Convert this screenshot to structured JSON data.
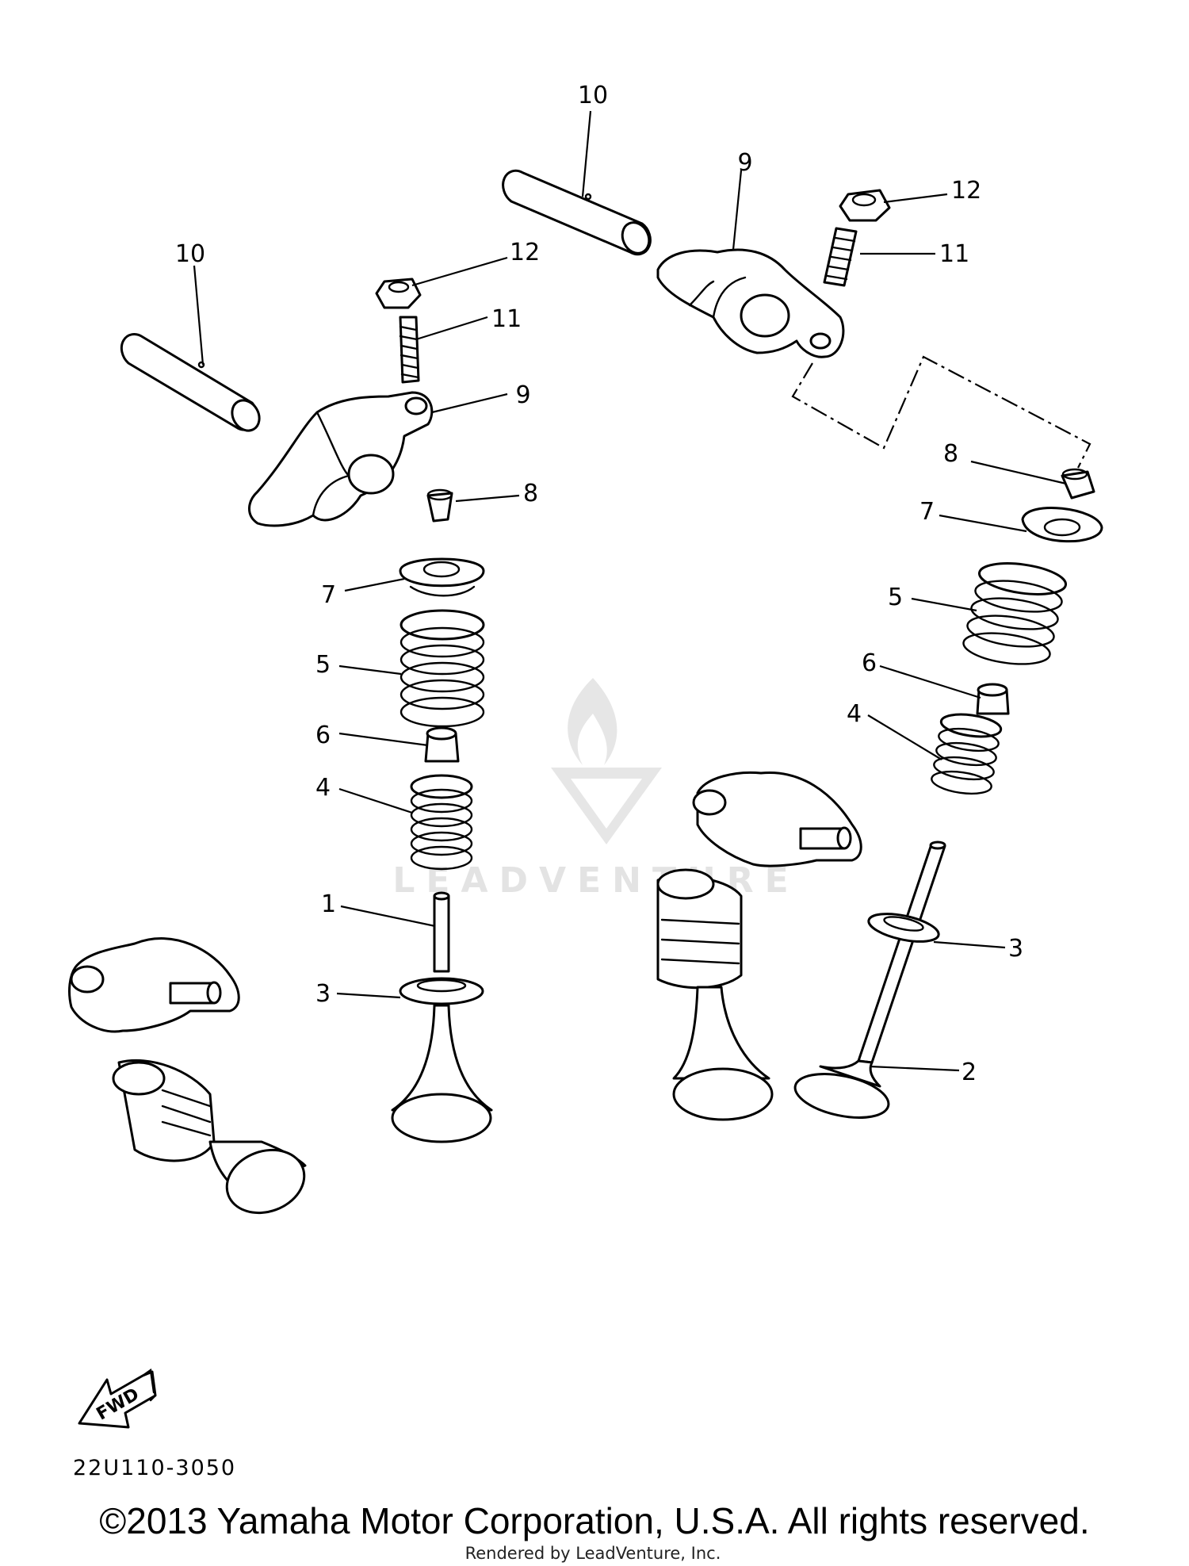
{
  "callouts": [
    {
      "id": "c10a",
      "label": "10"
    },
    {
      "id": "c10b",
      "label": "10"
    },
    {
      "id": "c9a",
      "label": "9"
    },
    {
      "id": "c9b",
      "label": "9"
    },
    {
      "id": "c12a",
      "label": "12"
    },
    {
      "id": "c12b",
      "label": "12"
    },
    {
      "id": "c11a",
      "label": "11"
    },
    {
      "id": "c11b",
      "label": "11"
    },
    {
      "id": "c8a",
      "label": "8"
    },
    {
      "id": "c8b",
      "label": "8"
    },
    {
      "id": "c7a",
      "label": "7"
    },
    {
      "id": "c7b",
      "label": "7"
    },
    {
      "id": "c5a",
      "label": "5"
    },
    {
      "id": "c5b",
      "label": "5"
    },
    {
      "id": "c6a",
      "label": "6"
    },
    {
      "id": "c6b",
      "label": "6"
    },
    {
      "id": "c4a",
      "label": "4"
    },
    {
      "id": "c4b",
      "label": "4"
    },
    {
      "id": "c1",
      "label": "1"
    },
    {
      "id": "c3a",
      "label": "3"
    },
    {
      "id": "c3b",
      "label": "3"
    },
    {
      "id": "c2",
      "label": "2"
    }
  ],
  "fwd_label": "FWD",
  "diagram_code": "22U110-3050",
  "copyright": "©2013 Yamaha Motor Corporation, U.S.A. All rights reserved.",
  "watermark_text": "LEADVENTURE",
  "rendered_by": "Rendered by LeadVenture, Inc."
}
